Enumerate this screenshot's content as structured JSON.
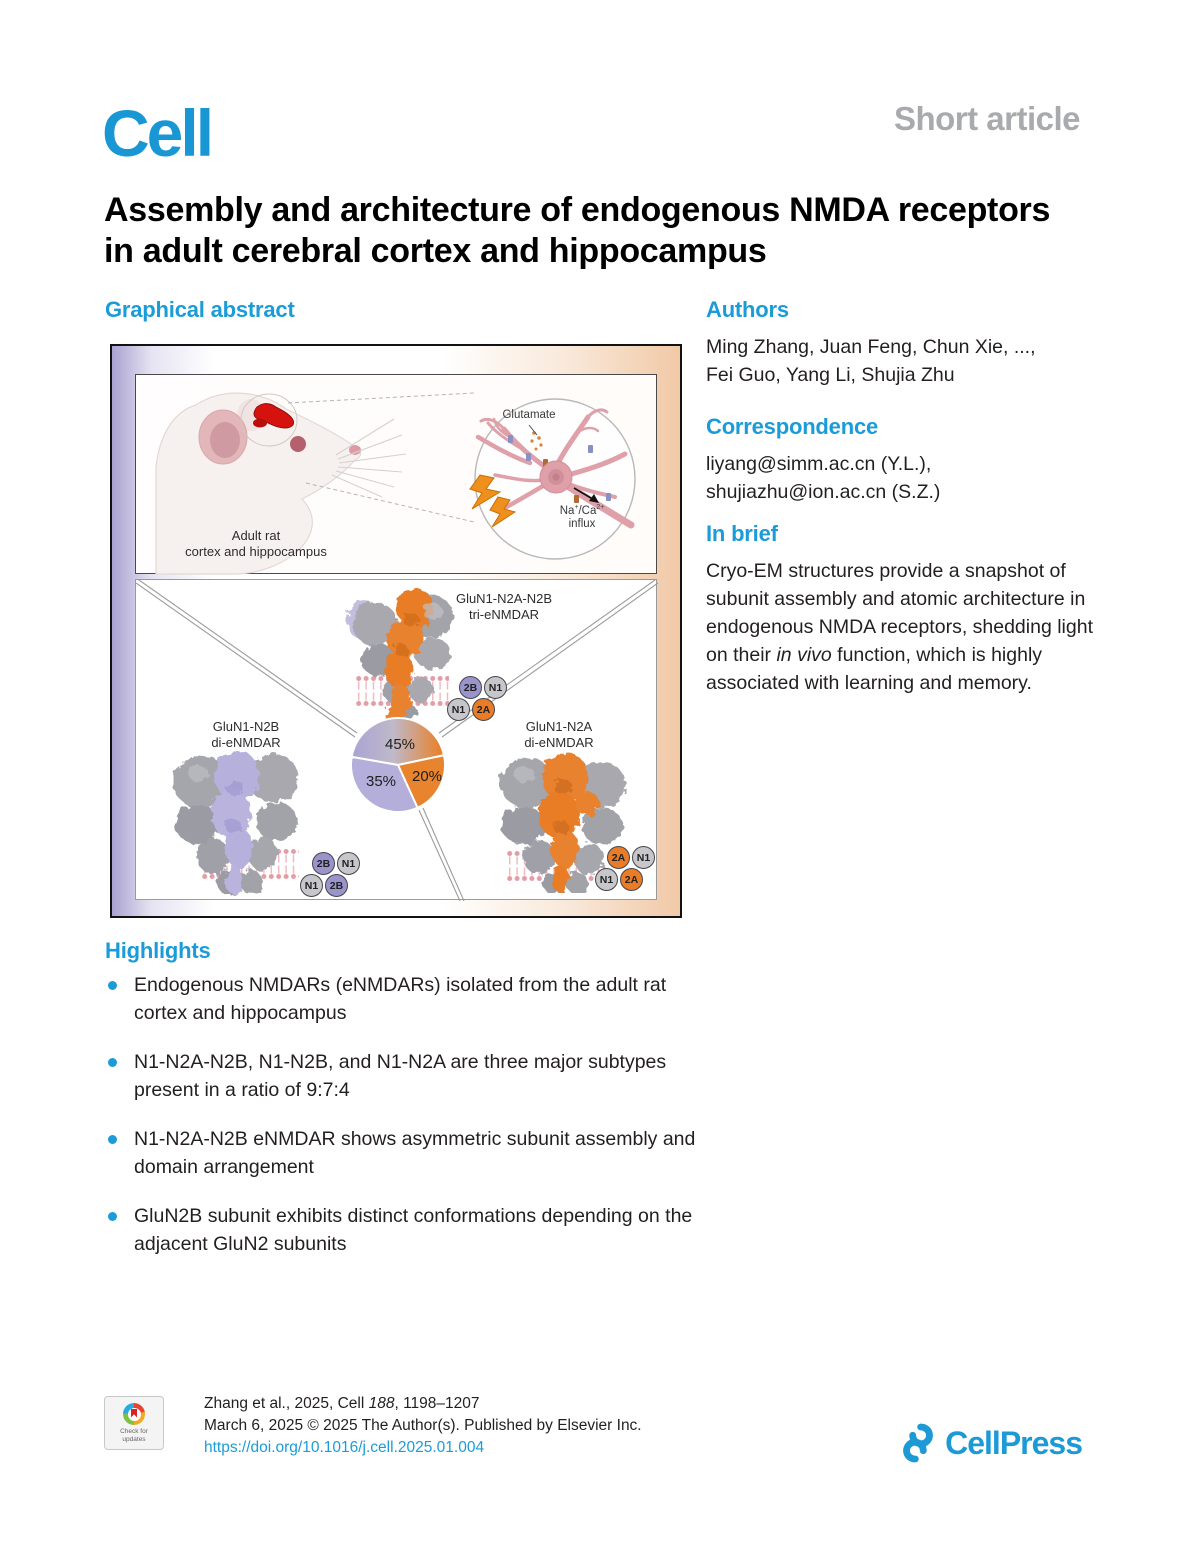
{
  "header": {
    "journal": "Cell",
    "article_type": "Short article"
  },
  "title": "Assembly and architecture of endogenous NMDA receptors in adult cerebral cortex and hippocampus",
  "sections": {
    "graphical_abstract_heading": "Graphical abstract",
    "authors_heading": "Authors",
    "correspondence_heading": "Correspondence",
    "in_brief_heading": "In brief",
    "highlights_heading": "Highlights"
  },
  "authors": {
    "lines": [
      "Ming Zhang, Juan Feng, Chun Xie, ...,",
      "Fei Guo, Yang Li, Shujia Zhu"
    ]
  },
  "correspondence": {
    "lines": [
      "liyang@simm.ac.cn (Y.L.),",
      "shujiazhu@ion.ac.cn (S.Z.)"
    ]
  },
  "in_brief": {
    "pre": "Cryo-EM structures provide a snapshot of subunit assembly and atomic architecture in endogenous NMDA receptors, shedding light on their ",
    "italic": "in vivo",
    "post": " function, which is highly associated with learning and memory."
  },
  "highlights": {
    "items": [
      "Endogenous NMDARs (eNMDARs) isolated from the adult rat cortex and hippocampus",
      "N1-N2A-N2B, N1-N2B, and N1-N2A are three major subtypes present in a ratio of 9:7:4",
      "N1-N2A-N2B eNMDAR shows asymmetric subunit assembly and domain arrangement",
      "GluN2B subunit exhibits distinct conformations depending on the adjacent GluN2 subunits"
    ]
  },
  "graphical_abstract": {
    "top": {
      "rat_label": [
        "Adult rat",
        "cortex and hippocampus"
      ],
      "glutamate": "Glutamate",
      "influx": {
        "na": "Na",
        "na_sup": "+",
        "ca": "/Ca",
        "ca_sup": "2+",
        "word": "influx"
      }
    },
    "bottom": {
      "tri": {
        "label": [
          "GluN1-N2A-N2B",
          "tri-eNMDAR"
        ],
        "chips": [
          {
            "label": "2B"
          },
          {
            "label": "N1"
          },
          {
            "label": "N1"
          },
          {
            "label": "2A"
          }
        ]
      },
      "left": {
        "label": [
          "GluN1-N2B",
          "di-eNMDAR"
        ],
        "chips": [
          {
            "label": "2B"
          },
          {
            "label": "N1"
          },
          {
            "label": "N1"
          },
          {
            "label": "2B"
          }
        ]
      },
      "right": {
        "label": [
          "GluN1-N2A",
          "di-eNMDAR"
        ],
        "chips": [
          {
            "label": "2A"
          },
          {
            "label": "N1"
          },
          {
            "label": "N1"
          },
          {
            "label": "2A"
          }
        ]
      },
      "pie": {
        "p45": "45%",
        "p35": "35%",
        "p20": "20%"
      }
    }
  },
  "chart_data": {
    "type": "pie",
    "title": "eNMDAR subtype proportions",
    "slices": [
      {
        "label": "GluN1-N2A-N2B tri-eNMDAR",
        "value": 45,
        "color": "gradient #a9a3d4 to #e8822d"
      },
      {
        "label": "GluN1-N2B di-eNMDAR",
        "value": 35,
        "color": "#b3aeda"
      },
      {
        "label": "GluN1-N2A di-eNMDAR",
        "value": 20,
        "color": "#e8832e"
      }
    ],
    "legend_position": "labels-inside"
  },
  "colors": {
    "accent_blue": "#1b9cd8",
    "logo_blue": "#1897d4",
    "muted_gray": "#a8aaad",
    "subunit_purple": "#9a94cc",
    "subunit_orange": "#e87c28",
    "subunit_gray": "#c7c7cb",
    "membrane_pink": "#e49ca6"
  },
  "footer": {
    "badge": {
      "line1": "Check for",
      "line2": "updates"
    },
    "citation": {
      "pre": "Zhang et al., 2025, Cell ",
      "volume_italic": "188",
      "post": ", 1198–1207"
    },
    "publication": "March 6, 2025 © 2025 The Author(s). Published by Elsevier Inc.",
    "doi": "https://doi.org/10.1016/j.cell.2025.01.004",
    "publisher": "CellPress"
  }
}
